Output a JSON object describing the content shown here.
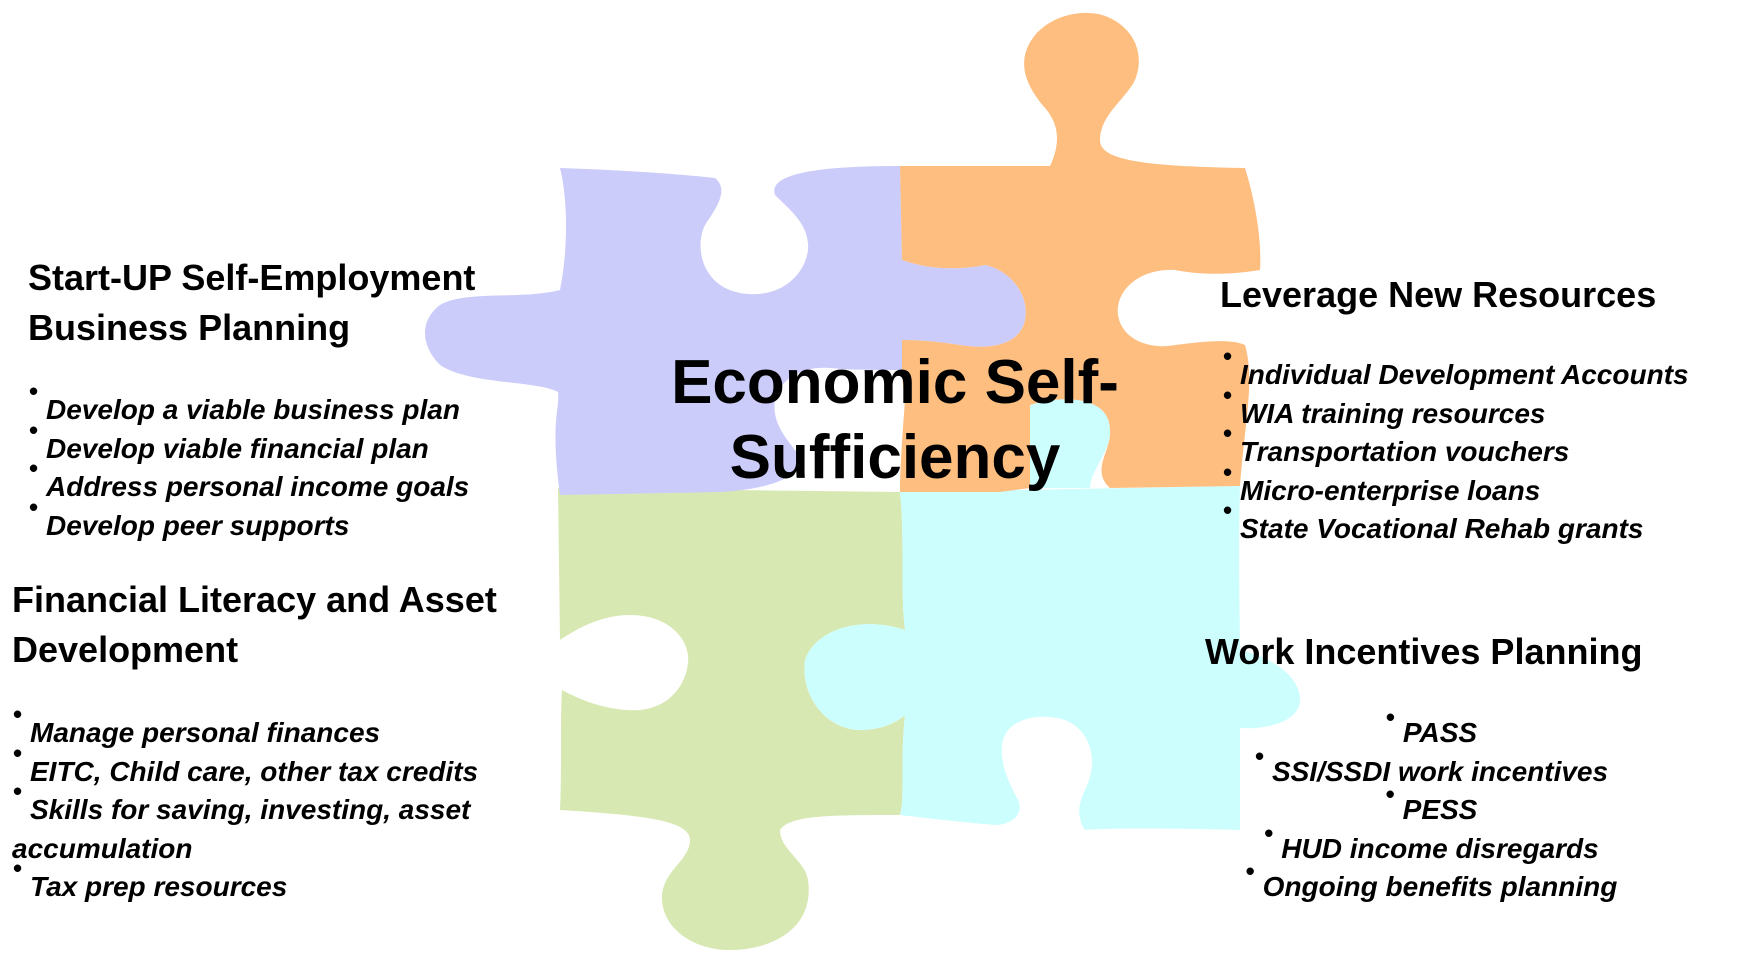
{
  "center": {
    "line1": "Economic Self-",
    "line2": "Sufficiency"
  },
  "colors": {
    "purple_piece": "#ccccfa",
    "orange_piece": "#fdbe80",
    "green_piece": "#d8e8b2",
    "cyan_piece": "#ccfefe"
  },
  "startup": {
    "heading_line1": "Start-UP Self-Employment",
    "heading_line2": "Business Planning",
    "items": [
      "Develop a viable business plan",
      "Develop viable financial plan",
      "Address personal income goals",
      "Develop peer supports"
    ]
  },
  "financial": {
    "heading_line1": "Financial Literacy and Asset",
    "heading_line2": "Development",
    "items": [
      "Manage personal finances",
      "EITC, Child care, other tax credits",
      "Skills for saving, investing, asset",
      "accumulation",
      "Tax prep resources"
    ]
  },
  "leverage": {
    "heading": "Leverage New Resources",
    "items": [
      "Individual Development Accounts",
      "WIA training resources",
      "Transportation vouchers",
      "Micro-enterprise loans",
      "State Vocational Rehab grants"
    ]
  },
  "work": {
    "heading": "Work Incentives Planning",
    "items": [
      "PASS",
      "SSI/SSDI work incentives",
      "PESS",
      "HUD income disregards",
      "Ongoing benefits planning"
    ]
  }
}
